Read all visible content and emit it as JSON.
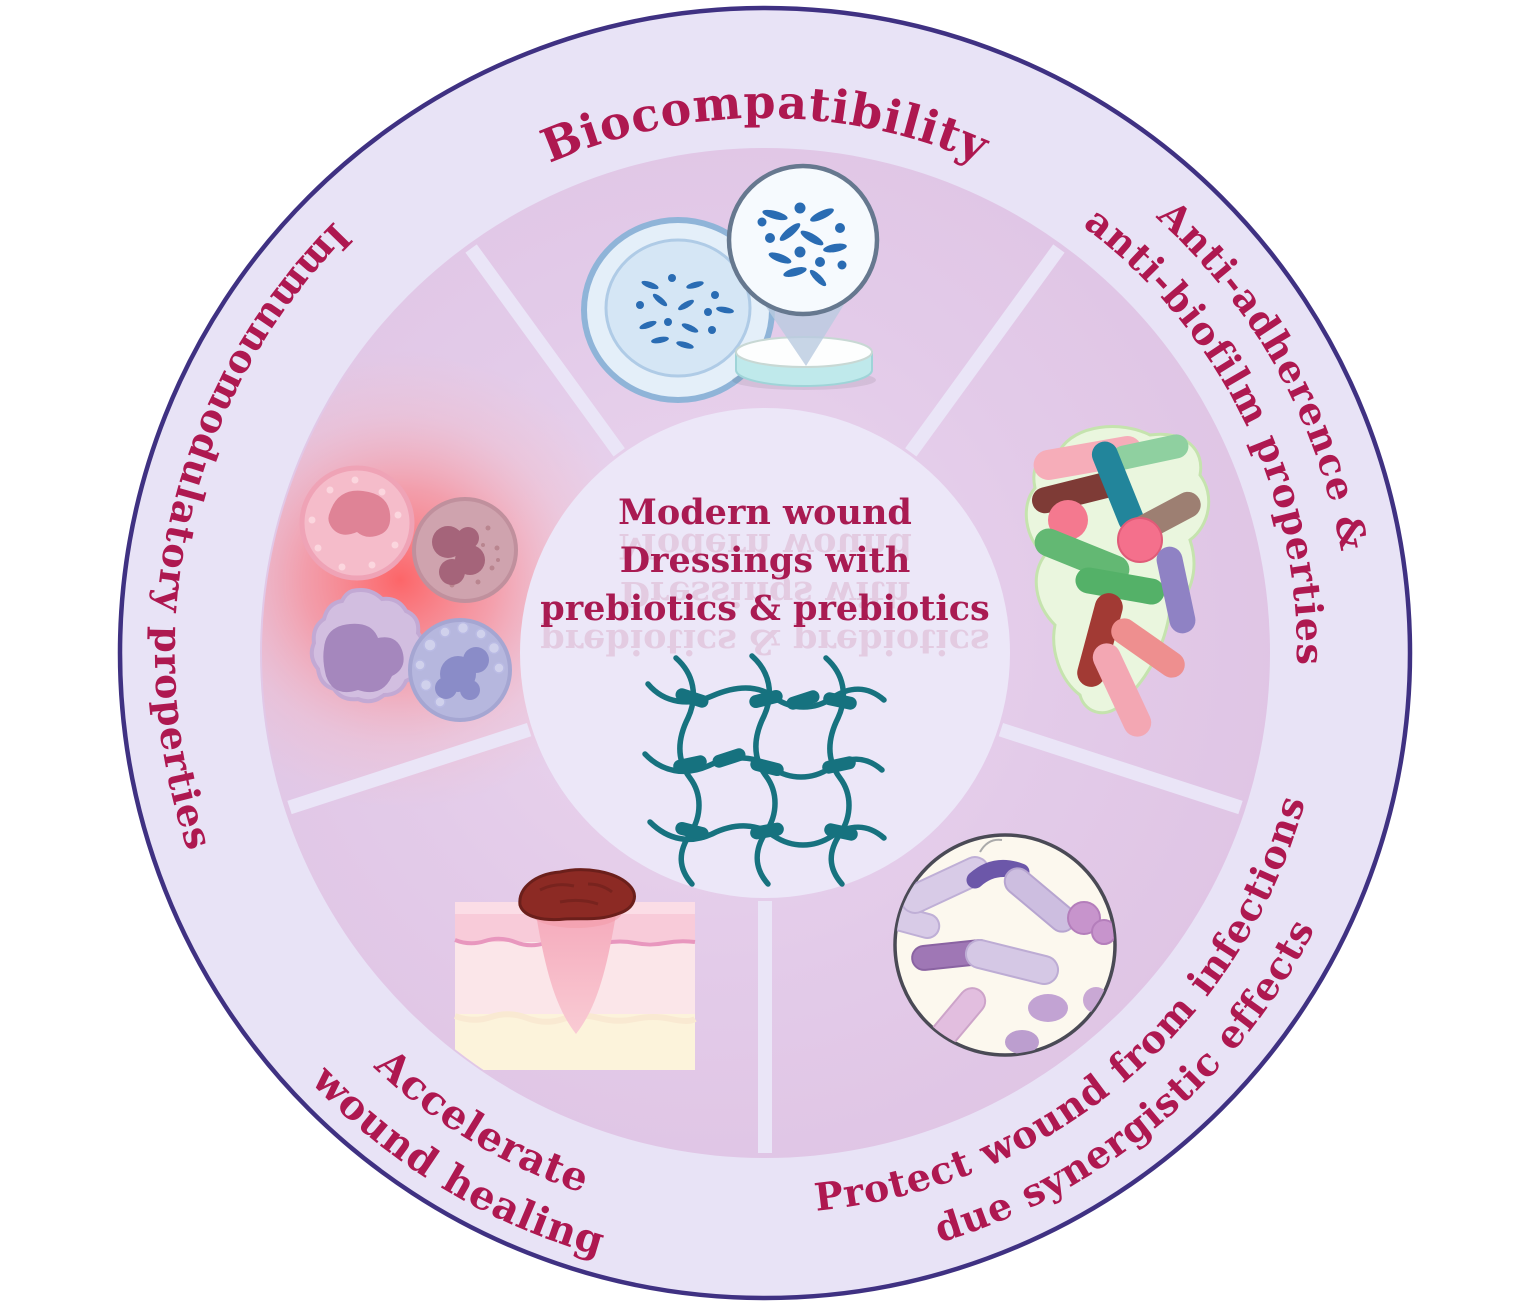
{
  "center": {
    "line1": "Modern wound",
    "line2": "Dressings with",
    "line3": "prebiotics & prebiotics"
  },
  "ring_labels": {
    "top": "Biocompatibility",
    "right_line1": "Anti-adherence &",
    "right_line2": "anti-biofilm properties",
    "bottom_right_line1": "Protect wound from infections",
    "bottom_right_line2": "due synergistic effects",
    "bottom_left_line1": "Accelerate",
    "bottom_left_line2": "wound healing",
    "left": "Immunomodulatory properties"
  },
  "icons": {
    "top": "petri-dish-cell-culture-icon",
    "right": "biofilm-bacteria-cluster-icon",
    "bottom_right": "bacteria-microscopy-icon",
    "bottom_left": "skin-wound-cross-section-icon",
    "left": "white-blood-cells-icon",
    "center": "hydrogel-polymer-network-icon"
  },
  "colors": {
    "outer_ring": "#E8E3F6",
    "outer_border": "#3F3182",
    "pink_disc": "#E2C9E8",
    "spoke": "#EAE5F7",
    "center_circle": "#ECE7F8",
    "label_text": "#AE1850",
    "center_text": "#A91B52",
    "mesh_teal": "#17727F",
    "immune_glow": "#FF5F5F"
  }
}
